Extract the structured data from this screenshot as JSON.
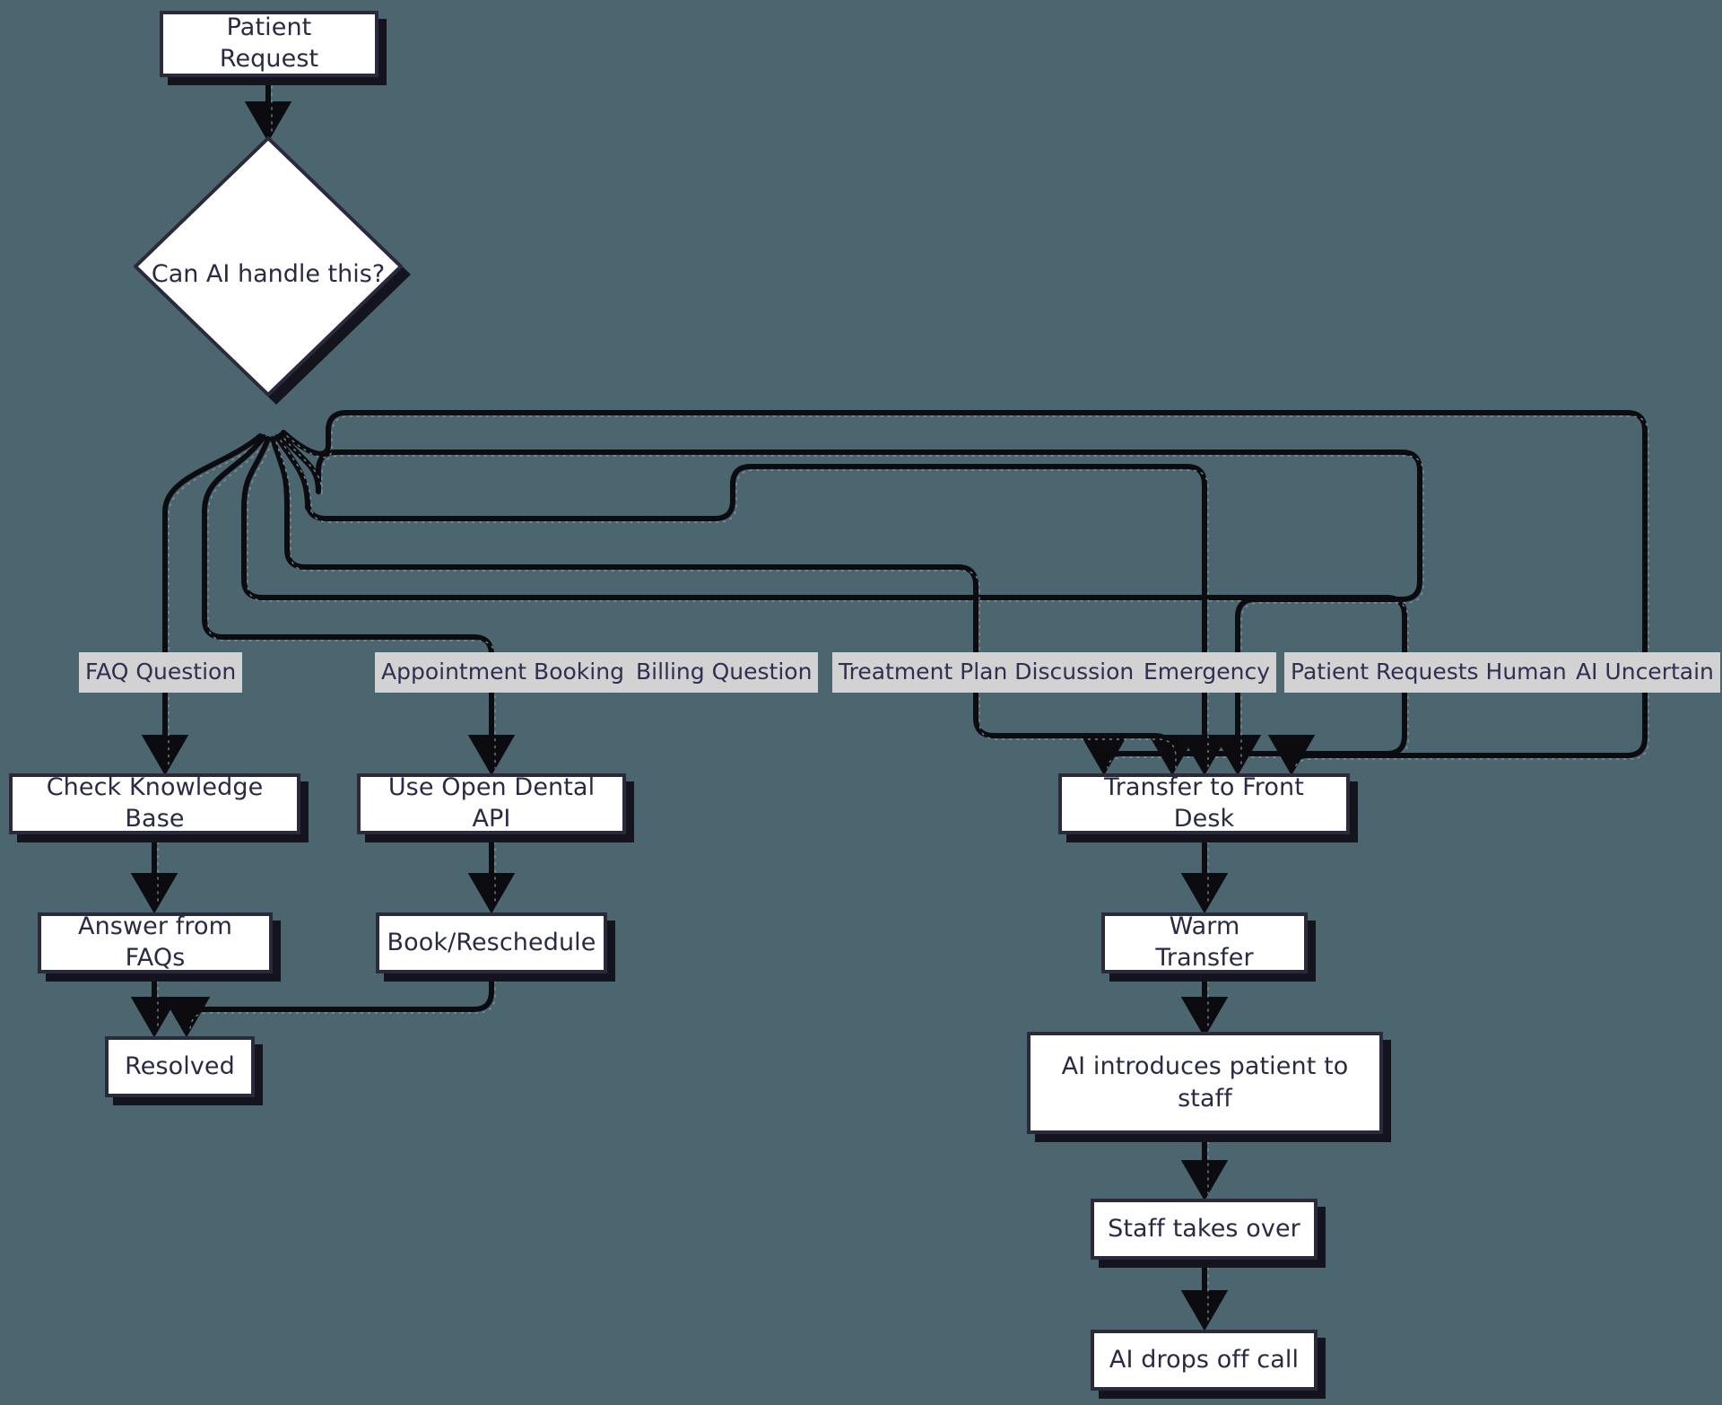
{
  "diagram": {
    "type": "flowchart",
    "title": "Patient Request Routing Flow",
    "background_color": "#4c6670",
    "node_fill": "#ffffff",
    "node_border": "#2a2a3c",
    "node_shadow": "#14141f",
    "edge_color": "#0b0b10",
    "label_chip_bg": "#d2d2d2",
    "label_text_color": "#2f2f52"
  },
  "nodes": {
    "patient_request": "Patient Request",
    "decision": "Can AI handle this?",
    "check_kb": "Check Knowledge Base",
    "open_dental": "Use Open Dental API",
    "answer_faqs": "Answer from FAQs",
    "book_reschedule": "Book/Reschedule",
    "resolved": "Resolved",
    "transfer_front_desk": "Transfer to Front Desk",
    "warm_transfer": "Warm Transfer",
    "ai_introduces_line1": "AI introduces patient to",
    "ai_introduces_line2": "staff",
    "staff_takes_over": "Staff takes over",
    "ai_drops_off": "AI drops off call"
  },
  "edge_labels": {
    "faq_question": "FAQ Question",
    "appointment_booking": "Appointment Booking",
    "billing_question": "Billing Question",
    "treatment_plan": "Treatment Plan Discussion",
    "emergency": "Emergency",
    "patient_requests_human": "Patient Requests Human",
    "ai_uncertain": "AI Uncertain"
  }
}
